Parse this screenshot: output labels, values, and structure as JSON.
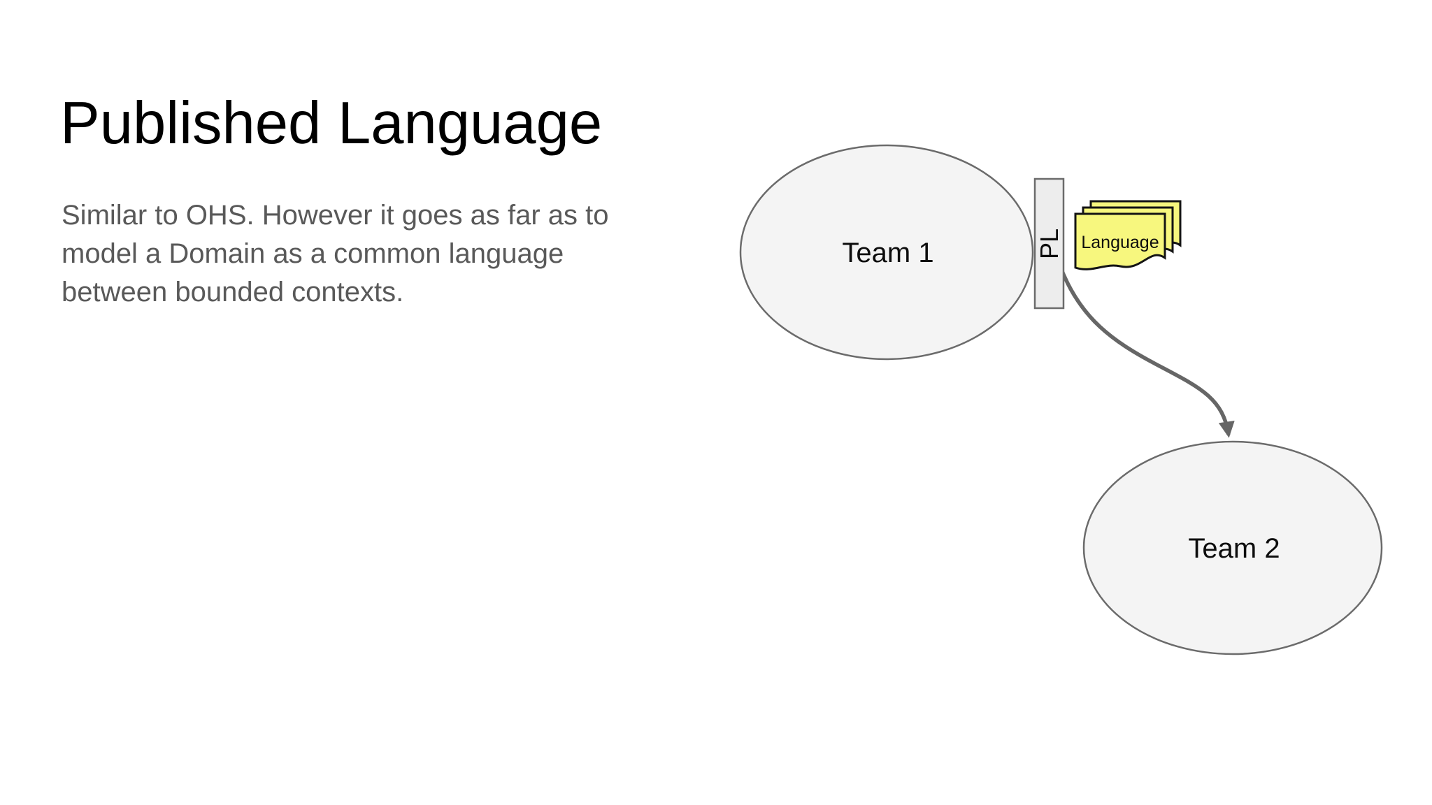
{
  "slide": {
    "title": "Published Language",
    "body_lines": [
      "Similar to OHS. However it goes as far as to",
      "model a Domain as a common language",
      "between bounded contexts."
    ]
  },
  "diagram": {
    "team1_label": "Team 1",
    "team2_label": "Team 2",
    "pl_label": "PL",
    "note_label": "Language",
    "colors": {
      "ellipse_fill": "#f4f4f4",
      "ellipse_stroke": "#6b6b6b",
      "pl_rect_fill": "#ededed",
      "pl_rect_stroke": "#6b6b6b",
      "note_fill": "#f7f77e",
      "note_stroke": "#141414",
      "arrow": "#666666",
      "title_text": "#000000",
      "body_text": "#595959"
    }
  }
}
